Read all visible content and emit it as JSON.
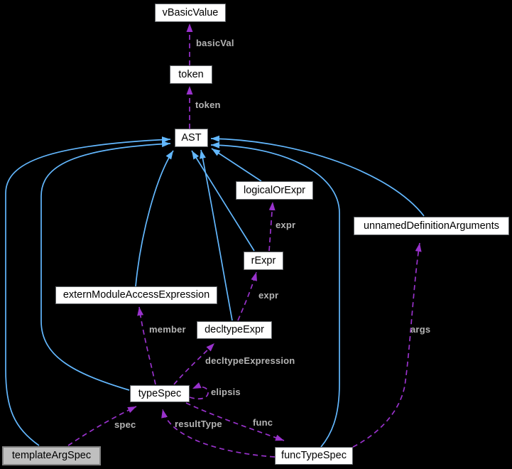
{
  "diagram": {
    "kind": "collaboration-graph",
    "colors": {
      "background": "#000000",
      "inheritance_edge": "#63b8ff",
      "usage_edge": "#9932cc",
      "node_fill": "#ffffff",
      "node_border": "#606468",
      "highlight_fill": "#bfbfbf",
      "edge_label_text": "#b4b4b4",
      "node_text": "#000000"
    },
    "nodes": [
      {
        "id": "vBasicValue",
        "label": "vBasicValue"
      },
      {
        "id": "token",
        "label": "token"
      },
      {
        "id": "AST",
        "label": "AST"
      },
      {
        "id": "logicalOrExpr",
        "label": "logicalOrExpr"
      },
      {
        "id": "unnamedDefinitionArguments",
        "label": "unnamedDefinitionArguments"
      },
      {
        "id": "rExpr",
        "label": "rExpr"
      },
      {
        "id": "externModuleAccessExpression",
        "label": "externModuleAccessExpression"
      },
      {
        "id": "decltypeExpr",
        "label": "decltypeExpr"
      },
      {
        "id": "typeSpec",
        "label": "typeSpec"
      },
      {
        "id": "templateArgSpec",
        "label": "templateArgSpec",
        "highlighted": true
      },
      {
        "id": "funcTypeSpec",
        "label": "funcTypeSpec"
      }
    ],
    "edges": [
      {
        "from": "token",
        "to": "vBasicValue",
        "label": "basicVal",
        "type": "usage"
      },
      {
        "from": "AST",
        "to": "token",
        "label": "token",
        "type": "usage"
      },
      {
        "from": "rExpr",
        "to": "logicalOrExpr",
        "label": "expr",
        "type": "usage"
      },
      {
        "from": "decltypeExpr",
        "to": "rExpr",
        "label": "expr",
        "type": "usage"
      },
      {
        "from": "typeSpec",
        "to": "externModuleAccessExpression",
        "label": "member",
        "type": "usage"
      },
      {
        "from": "typeSpec",
        "to": "decltypeExpr",
        "label": "decltypeExpression",
        "type": "usage"
      },
      {
        "from": "typeSpec",
        "to": "typeSpec",
        "label": "elipsis",
        "type": "usage"
      },
      {
        "from": "templateArgSpec",
        "to": "typeSpec",
        "label": "spec",
        "type": "usage"
      },
      {
        "from": "funcTypeSpec",
        "to": "typeSpec",
        "label": "resultType",
        "type": "usage"
      },
      {
        "from": "typeSpec",
        "to": "funcTypeSpec",
        "label": "func",
        "type": "usage"
      },
      {
        "from": "funcTypeSpec",
        "to": "unnamedDefinitionArguments",
        "label": "args",
        "type": "usage"
      },
      {
        "from": "templateArgSpec",
        "to": "AST",
        "label": "",
        "type": "inheritance"
      },
      {
        "from": "typeSpec",
        "to": "AST",
        "label": "",
        "type": "inheritance"
      },
      {
        "from": "externModuleAccessExpression",
        "to": "AST",
        "label": "",
        "type": "inheritance"
      },
      {
        "from": "rExpr",
        "to": "AST",
        "label": "",
        "type": "inheritance"
      },
      {
        "from": "decltypeExpr",
        "to": "AST",
        "label": "",
        "type": "inheritance"
      },
      {
        "from": "logicalOrExpr",
        "to": "AST",
        "label": "",
        "type": "inheritance"
      },
      {
        "from": "unnamedDefinitionArguments",
        "to": "AST",
        "label": "",
        "type": "inheritance"
      },
      {
        "from": "funcTypeSpec",
        "to": "AST",
        "label": "",
        "type": "inheritance"
      }
    ]
  }
}
